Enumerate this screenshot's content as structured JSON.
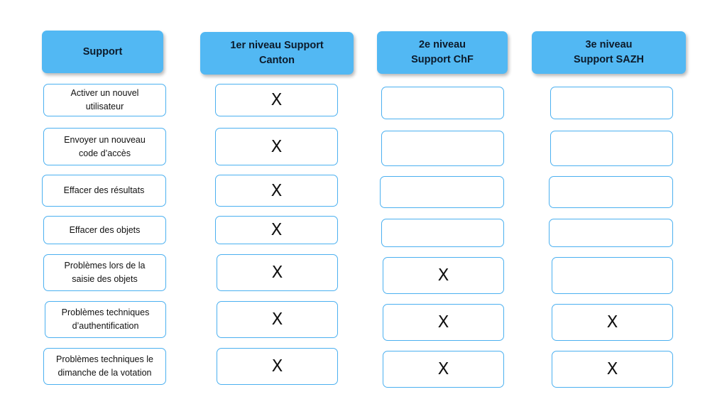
{
  "headers": [
    "Support",
    "1er niveau Support\nCanton",
    "2e niveau\nSupport ChF",
    "3e niveau\nSupport SAZH"
  ],
  "mark_symbol": "X",
  "rows": [
    {
      "task": "Activer un nouvel\nutilisateur",
      "level1": "X",
      "level2": "",
      "level3": ""
    },
    {
      "task": "Envoyer un nouveau\ncode d’accès",
      "level1": "X",
      "level2": "",
      "level3": ""
    },
    {
      "task": "Effacer des résultats",
      "level1": "X",
      "level2": "",
      "level3": ""
    },
    {
      "task": "Effacer des objets",
      "level1": "X",
      "level2": "",
      "level3": ""
    },
    {
      "task": "Problèmes lors de la\nsaisie des objets",
      "level1": "X",
      "level2": "X",
      "level3": ""
    },
    {
      "task": "Problèmes techniques\nd’authentification",
      "level1": "X",
      "level2": "X",
      "level3": "X"
    },
    {
      "task": "Problèmes techniques le\ndimanche de la votation",
      "level1": "X",
      "level2": "X",
      "level3": "X"
    }
  ],
  "colors": {
    "header_fill": "#52b8f3",
    "cell_border": "#4bb0f0"
  }
}
